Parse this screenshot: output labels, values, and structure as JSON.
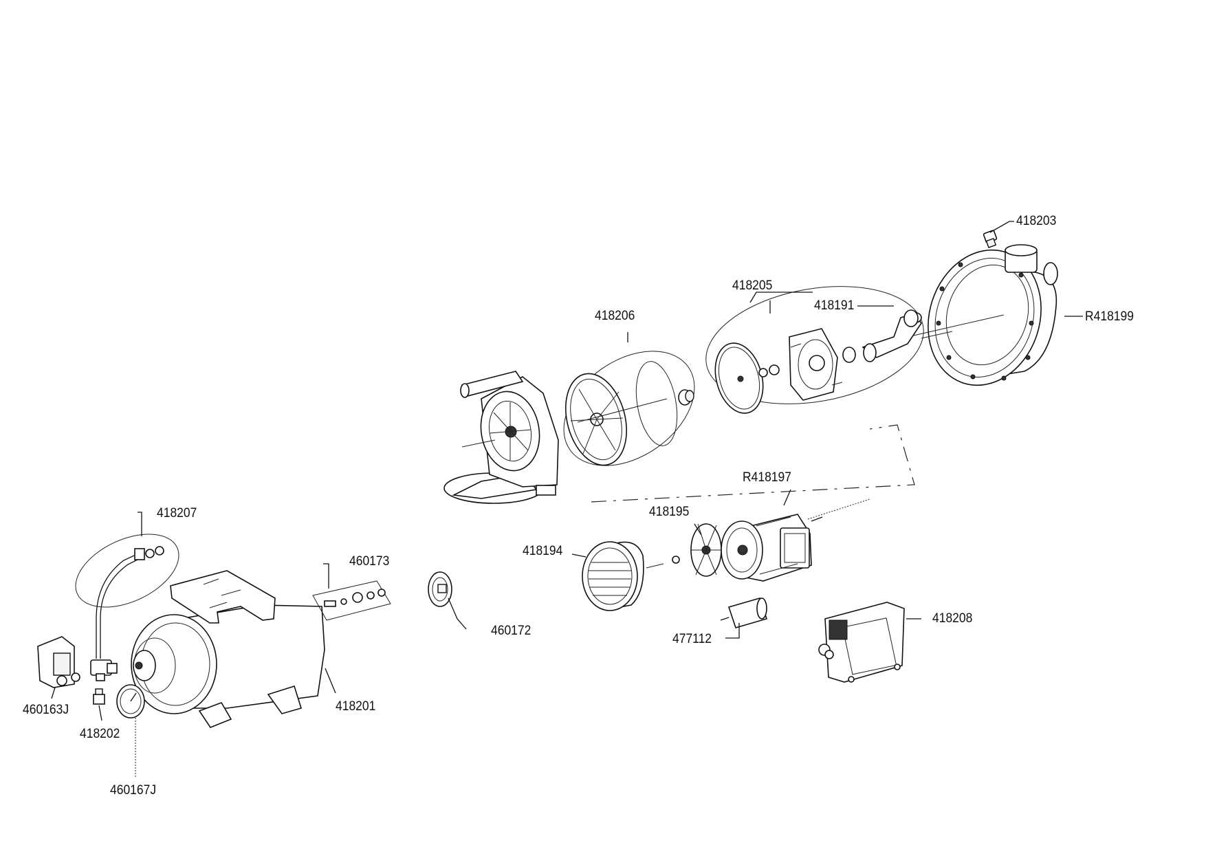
{
  "labels": {
    "p418203": "418203",
    "p418205": "418205",
    "p418191": "418191",
    "pR418199": "R418199",
    "p418206": "418206",
    "pR418197": "R418197",
    "p418195": "418195",
    "p418194": "418194",
    "p418207": "418207",
    "p460173": "460173",
    "p460172": "460172",
    "p477112": "477112",
    "p418208": "418208",
    "p418201": "418201",
    "p460163J": "460163J",
    "p418202": "418202",
    "p460167J": "460167J"
  }
}
